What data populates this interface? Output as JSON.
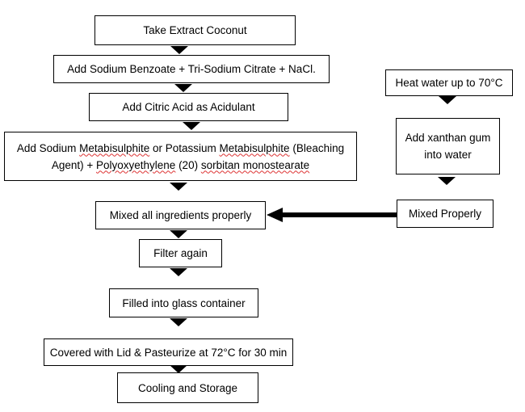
{
  "steps": {
    "take_extract": "Take Extract Coconut",
    "add_preservatives": "Add Sodium Benzoate + Tri-Sodium Citrate + NaCl.",
    "add_citric": "Add Citric Acid as Acidulant",
    "bleach": {
      "part1": "Add Sodium ",
      "w1": "Metabisulphite",
      "part2": " or Potassium ",
      "w2": "Metabisulphite",
      "part3": " (Bleaching",
      "part4": "Agent) + ",
      "w3": "Polyoxyethylene",
      "part5": " (20) ",
      "w4": "sorbitan monostearate"
    },
    "mixed_all": "Mixed all ingredients properly",
    "filter": "Filter again",
    "filled": "Filled into glass container",
    "covered": "Covered with Lid & Pasteurize at 72°C for 30 min",
    "cooling": "Cooling and Storage"
  },
  "side": {
    "heat_water": "Heat water up to 70°C",
    "xanthan_line1": "Add xanthan gum",
    "xanthan_line2": "into water",
    "mixed_properly": "Mixed Properly"
  }
}
